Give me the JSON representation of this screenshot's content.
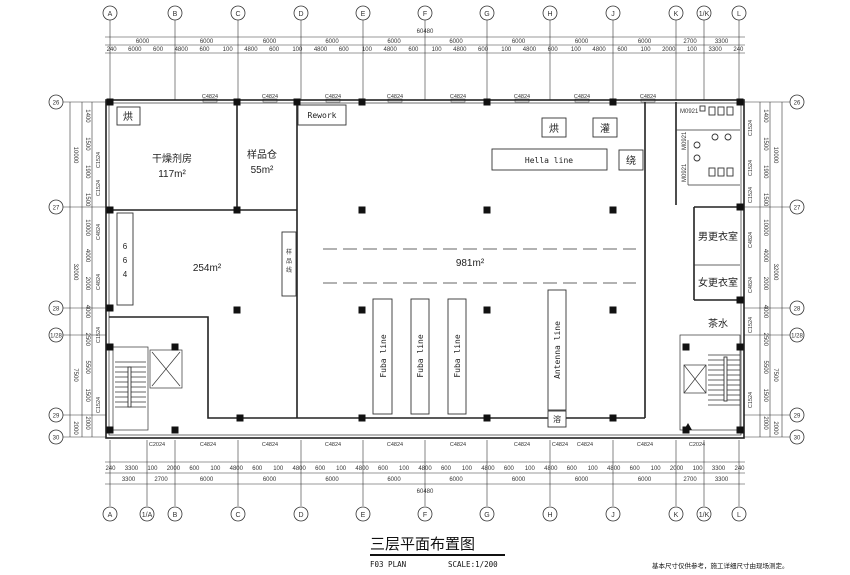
{
  "axes": {
    "top": [
      "A",
      "B",
      "C",
      "D",
      "E",
      "F",
      "G",
      "H",
      "J",
      "K",
      "1/K",
      "L"
    ],
    "bottom": [
      "A",
      "1/A",
      "B",
      "C",
      "D",
      "E",
      "F",
      "G",
      "H",
      "J",
      "K",
      "1/K",
      "L"
    ],
    "rows": [
      "26",
      "27",
      "28",
      "1/28",
      "29",
      "30"
    ]
  },
  "dims": {
    "total": "60480",
    "top_row1": [
      "6000",
      "6000",
      "6000",
      "6000",
      "6000",
      "6000",
      "6000",
      "6000",
      "6000",
      "2700",
      "3300"
    ],
    "top_row2": [
      "240",
      "6000",
      "600",
      "4800",
      "600",
      "100",
      "4800",
      "600",
      "100",
      "4800",
      "600",
      "100",
      "4800",
      "600",
      "100",
      "4800",
      "600",
      "100",
      "4800",
      "600",
      "100",
      "4800",
      "600",
      "100",
      "2000",
      "100",
      "3300",
      "240"
    ],
    "bottom_row1": [
      "240",
      "3300",
      "100",
      "2000",
      "600",
      "100",
      "4800",
      "600",
      "100",
      "4800",
      "600",
      "100",
      "4800",
      "600",
      "100",
      "4800",
      "600",
      "100",
      "4800",
      "600",
      "100",
      "4800",
      "600",
      "100",
      "4800",
      "600",
      "100",
      "2000",
      "100",
      "3300",
      "240"
    ],
    "bottom_row2": [
      "3300",
      "2700",
      "6000",
      "6000",
      "6000",
      "6000",
      "6000",
      "6000",
      "6000",
      "6000",
      "2700",
      "3300"
    ],
    "left_outer": [
      "10000",
      "32000",
      "7500",
      "2000"
    ],
    "left_inner": [
      "1400",
      "1500",
      "1900",
      "1500",
      "10000",
      "4000",
      "2000",
      "4000",
      "2500",
      "5500",
      "1500",
      "2000"
    ],
    "right_outer": [
      "10000",
      "32000",
      "7500",
      "2000"
    ],
    "right_inner": [
      "1400",
      "1500",
      "1900",
      "1500",
      "10000",
      "4000",
      "2000",
      "4000",
      "2500",
      "5500",
      "1500",
      "2000"
    ]
  },
  "windows": {
    "top": [
      "C4824",
      "C4824",
      "C4824",
      "C4824",
      "C4824",
      "C4824",
      "C4824",
      "C4824"
    ],
    "bottom": [
      "C2024",
      "C4824",
      "C4824",
      "C4824",
      "C4824",
      "C4824",
      "C4824",
      "C4824",
      "C4824",
      "C4824",
      "C2024"
    ],
    "left": [
      "C1524",
      "C1524",
      "C4824",
      "C4824",
      "C1524",
      "C1524"
    ],
    "right": [
      "C1524",
      "C1524",
      "C1524",
      "C4824",
      "C4824",
      "C1524",
      "C1524"
    ]
  },
  "rooms": {
    "oven_small": "烘",
    "dryer_room": "干燥剂房",
    "dryer_area": "117m²",
    "sample_store": "样品仓",
    "sample_area": "55m²",
    "rework": "Rework",
    "oven": "烘",
    "fill": "灌",
    "hella_line": "Hella line",
    "winding": "绕",
    "area_254": "254m²",
    "line_664": [
      "6",
      "6",
      "4"
    ],
    "sample_line": [
      "样",
      "品",
      "线"
    ],
    "main_area": "981m²",
    "fuba_line": "Fuba line",
    "antenna_line": "Antenna line",
    "melt": "溶",
    "male_locker": "男更衣室",
    "female_locker": "女更衣室",
    "tea_room": "茶水",
    "door_1": "M0921",
    "door_2": "M0921",
    "door_3": "M0921"
  },
  "title": {
    "cn": "三层平面布置图",
    "plan": "F03 PLAN",
    "scale": "SCALE:1/200",
    "note": "基本尺寸仅供参考，施工详细尺寸由现场测定。"
  }
}
